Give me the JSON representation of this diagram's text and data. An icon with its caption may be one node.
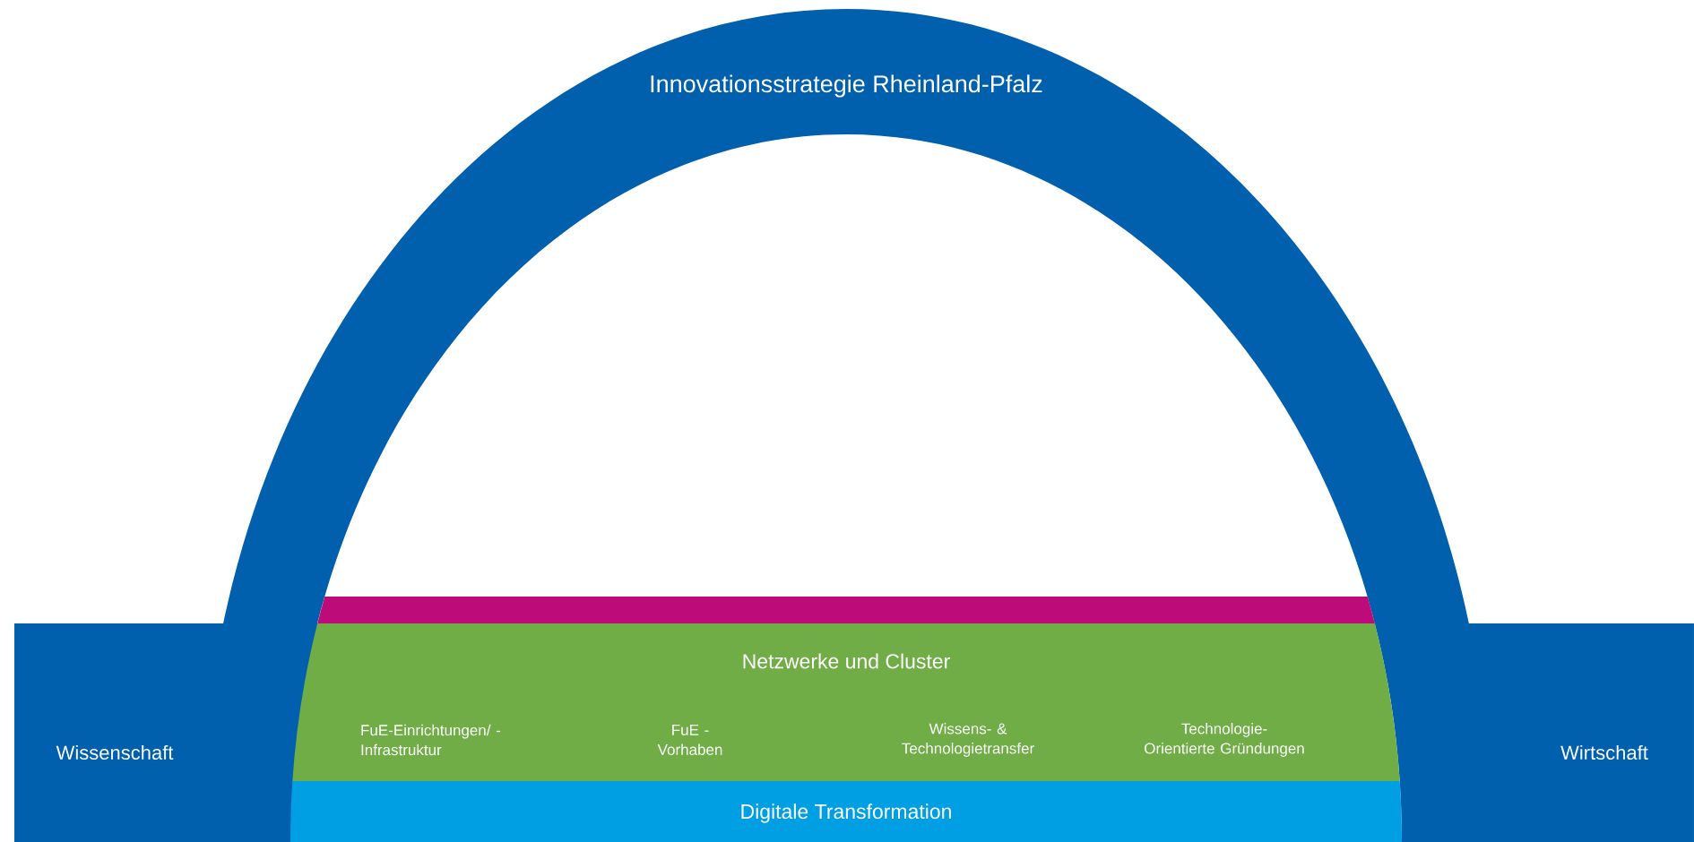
{
  "diagram": {
    "nodes": [
      {
        "text": [
          "Innovationsstrategie Rheinland-Pfalz"
        ]
      },
      {
        "text": [
          "Wissenschaft"
        ]
      },
      {
        "text": [
          "Wirtschaft"
        ]
      },
      {
        "text": [],
        "shape": "bar"
      },
      {
        "text": [
          "Netzwerke und Cluster",
          "FuE-Einrichtungen/ - Infrastruktur",
          "FuE - Vorhaben",
          "Wissens- & Technologietransfer",
          "Technologie- Orientierte Gründungen"
        ]
      },
      {
        "text": [
          "Digitale Transformation"
        ]
      }
    ],
    "edges": []
  }
}
